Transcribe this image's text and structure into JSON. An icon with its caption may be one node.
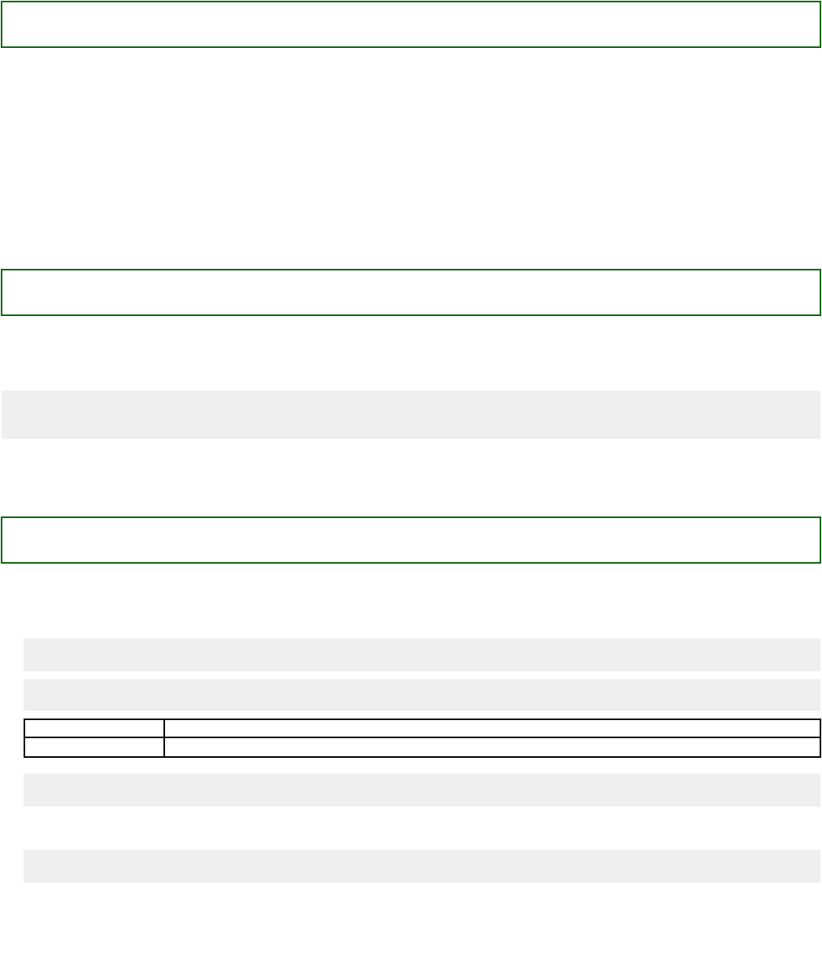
{
  "diagram": {
    "nodes": [
      {
        "text": [],
        "shape": "box"
      },
      {
        "text": [],
        "shape": "box"
      },
      {
        "text": [],
        "shape": "bar"
      },
      {
        "text": [],
        "shape": "box"
      },
      {
        "text": [],
        "shape": "bar"
      },
      {
        "text": [],
        "shape": "bar"
      },
      {
        "text": [],
        "shape": "table"
      },
      {
        "text": [],
        "shape": "bar"
      },
      {
        "text": [],
        "shape": "bar"
      }
    ]
  }
}
